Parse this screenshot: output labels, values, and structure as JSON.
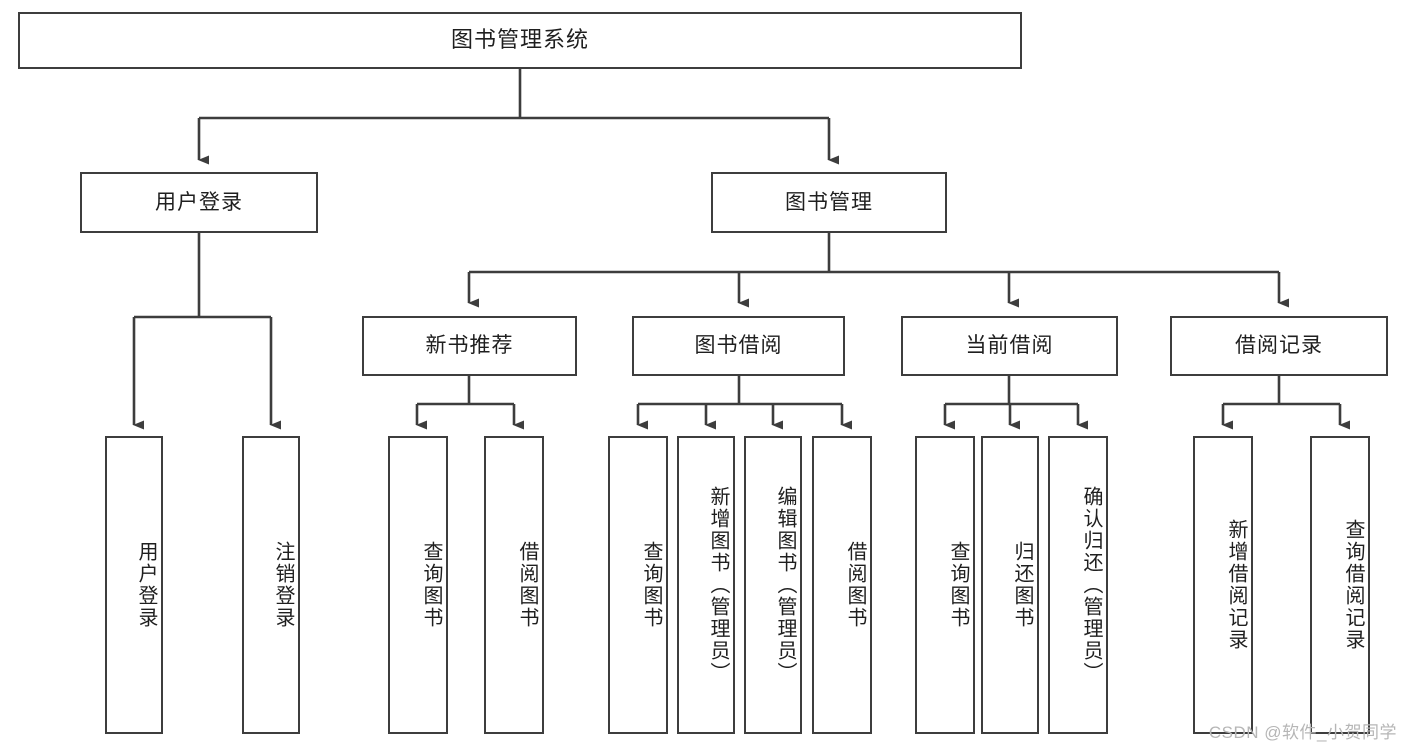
{
  "diagram": {
    "title": "图书管理系统",
    "type": "tree-hierarchy",
    "watermark": "CSDN @软件_小贺同学",
    "colors": {
      "background": "#ffffff",
      "node_border": "#3d3d3d",
      "node_fill": "#ffffff",
      "connector": "#3d3d3d",
      "text": "#1f1f1f",
      "watermark": "#b6b6b6"
    },
    "root": {
      "id": "root",
      "label": "图书管理系统"
    },
    "level1": [
      {
        "id": "user-login",
        "label": "用户登录"
      },
      {
        "id": "book-management",
        "label": "图书管理"
      }
    ],
    "level2": [
      {
        "id": "new-book-recommend",
        "label": "新书推荐",
        "parent": "book-management"
      },
      {
        "id": "book-borrow",
        "label": "图书借阅",
        "parent": "book-management"
      },
      {
        "id": "current-borrow",
        "label": "当前借阅",
        "parent": "book-management"
      },
      {
        "id": "borrow-record",
        "label": "借阅记录",
        "parent": "book-management"
      }
    ],
    "leaves": {
      "user-login": [
        {
          "id": "leaf-user-login",
          "label": "用户登录"
        },
        {
          "id": "leaf-user-logout",
          "label": "注销登录"
        }
      ],
      "new-book-recommend": [
        {
          "id": "leaf-query-book-1",
          "label": "查询图书"
        },
        {
          "id": "leaf-borrow-book-1",
          "label": "借阅图书"
        }
      ],
      "book-borrow": [
        {
          "id": "leaf-query-book-2",
          "label": "查询图书"
        },
        {
          "id": "leaf-add-book",
          "label": "新增图书（管理员）"
        },
        {
          "id": "leaf-edit-book",
          "label": "编辑图书（管理员）"
        },
        {
          "id": "leaf-borrow-book-2",
          "label": "借阅图书"
        }
      ],
      "current-borrow": [
        {
          "id": "leaf-query-book-3",
          "label": "查询图书"
        },
        {
          "id": "leaf-return-book",
          "label": "归还图书"
        },
        {
          "id": "leaf-confirm-return",
          "label": "确认归还（管理员）"
        }
      ],
      "borrow-record": [
        {
          "id": "leaf-add-record",
          "label": "新增借阅记录"
        },
        {
          "id": "leaf-query-record",
          "label": "查询借阅记录"
        }
      ]
    }
  }
}
